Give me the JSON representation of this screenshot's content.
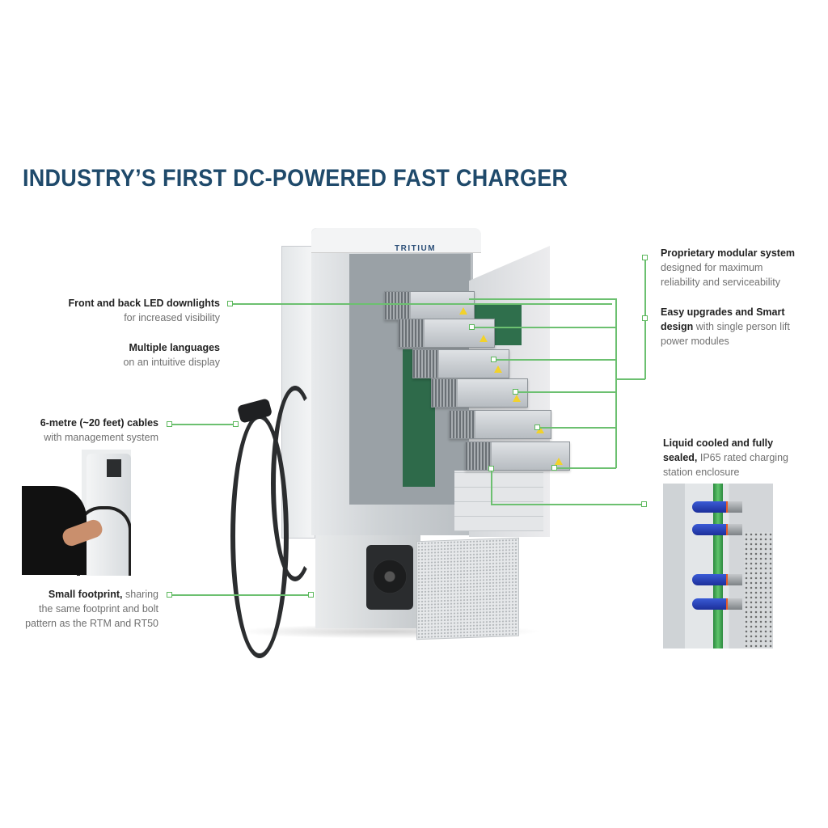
{
  "header": {
    "title": "INDUSTRY’S FIRST DC-POWERED FAST CHARGER"
  },
  "product": {
    "brand_label": "TRITIUM"
  },
  "callouts_left": [
    {
      "bold": "Front and back LED downlights",
      "rest": "for increased visibility"
    },
    {
      "bold": "Multiple languages",
      "rest": "on an intuitive display"
    },
    {
      "bold": "6-metre (~20 feet) cables",
      "rest": "with management system"
    },
    {
      "bold": "Small footprint,",
      "rest_inline": "sharing",
      "rest": "the same footprint and bolt",
      "rest2": "pattern as the RTM and RT50"
    }
  ],
  "callouts_right": [
    {
      "bold": "Proprietary modular system",
      "rest": "designed for maximum",
      "rest2": "reliability and serviceability"
    },
    {
      "bold": "Easy upgrades and Smart",
      "bold2": "design",
      "rest_inline": "with single person lift",
      "rest": "power modules"
    },
    {
      "bold": "Liquid cooled and fully",
      "bold2": "sealed,",
      "rest_inline": "IP65 rated charging",
      "rest": "station enclosure"
    }
  ],
  "colors": {
    "title": "#1f4a6b",
    "leader_line": "#6cc070",
    "body_text": "#707070",
    "bold_text": "#222222"
  },
  "images": {
    "charger": "open-charger-cabinet-icon",
    "inset_left": "person-holding-charger-cable-photo",
    "inset_right": "liquid-cooling-hoses-photo"
  }
}
